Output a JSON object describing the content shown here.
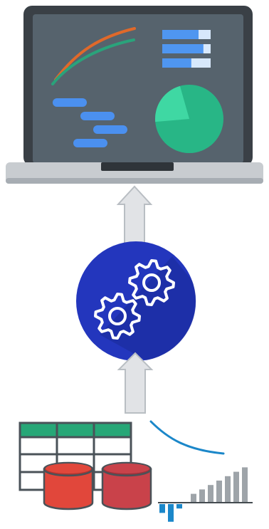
{
  "colors": {
    "laptop_bezel": "#3a4046",
    "laptop_screen": "#56636d",
    "laptop_base": "#c8ccd0",
    "laptop_base_edge": "#a7adb3",
    "laptop_notch": "#2f3439",
    "screen_line_orange": "#e0692a",
    "screen_line_teal": "#2aa37b",
    "screen_bar_fill": "#4f96f0",
    "screen_bar_track": "#d7e8fb",
    "gantt_blue": "#4b90ef",
    "pie_main": "#28b686",
    "pie_light": "#3fd8a3",
    "arrow_fill": "#e1e3e6",
    "arrow_stroke": "#b9bec3",
    "gear_circle": "#2336bd",
    "gear_shadow": "#1a2a98",
    "gear_stroke": "#ffffff",
    "table_header": "#27a777",
    "table_grid": "#4a5258",
    "db_red": "#e1473b",
    "db_red_dark": "#b03530",
    "db_red2": "#c9424a",
    "db_red2_dark": "#9c323a",
    "curve_blue": "#1b87c9",
    "bar_gray": "#9ea4a9",
    "bar_blue": "#1b87c9",
    "baseline": "#444b50"
  },
  "icons": {
    "laptop": "laptop-dashboard-icon",
    "process": "gears-icon",
    "data": "database-table-icon"
  },
  "chart_data": [
    {
      "type": "line",
      "series_count": 2
    },
    {
      "type": "bar",
      "values": [
        0.75,
        0.85,
        0.6
      ],
      "note_unit": "fill fraction"
    },
    {
      "type": "pie",
      "values": [
        0.22,
        0.78
      ]
    },
    {
      "type": "bar",
      "values": [
        2,
        3,
        4,
        5,
        6,
        7,
        8,
        -2,
        -4,
        -1
      ]
    }
  ]
}
